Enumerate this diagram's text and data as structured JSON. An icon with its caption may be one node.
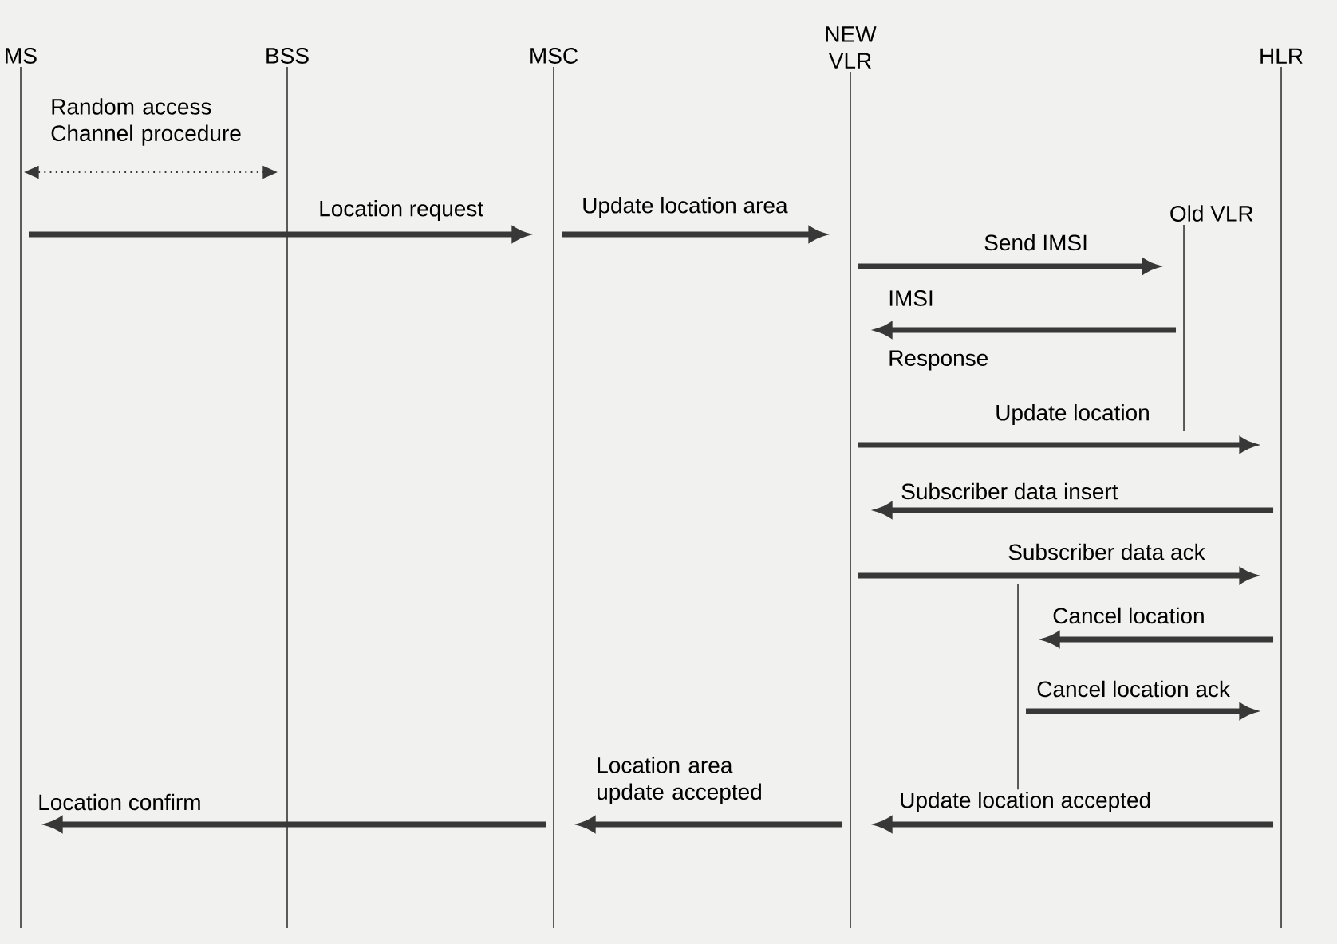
{
  "diagram": {
    "nodes": [
      {
        "text": [
          "MS"
        ]
      },
      {
        "text": [
          "BSS"
        ]
      },
      {
        "text": [
          "MSC"
        ]
      },
      {
        "text": [
          "NEW VLR"
        ]
      },
      {
        "text": [
          "HLR"
        ]
      },
      {
        "text": [
          "Old VLR"
        ]
      },
      {
        "text": [],
        "shape": "bar"
      }
    ],
    "edges": [
      {
        "from": 0,
        "to": 1,
        "arrow": "both",
        "style": "dashed",
        "label": "Random access Channel procedure"
      },
      {
        "from": 0,
        "to": 2,
        "arrow": "to",
        "label": "Location request"
      },
      {
        "from": 2,
        "to": 3,
        "arrow": "to",
        "label": "Update location area"
      },
      {
        "from": 3,
        "to": 5,
        "arrow": "to",
        "label": "Send IMSI"
      },
      {
        "from": 5,
        "to": 3,
        "arrow": "to",
        "label": "IMSI"
      },
      {
        "from": 3,
        "to": 4,
        "arrow": "to",
        "label": "Update location"
      },
      {
        "from": 4,
        "to": 3,
        "arrow": "to",
        "label": "Subscriber data insert"
      },
      {
        "from": 3,
        "to": 4,
        "arrow": "to",
        "label": "Subscriber data ack"
      },
      {
        "from": 4,
        "to": 6,
        "arrow": "to",
        "label": "Cancel location"
      },
      {
        "from": 6,
        "to": 4,
        "arrow": "to",
        "label": "Cancel location ack"
      },
      {
        "from": 4,
        "to": 3,
        "arrow": "to",
        "label": "Update location accepted"
      },
      {
        "from": 3,
        "to": 2,
        "arrow": "to",
        "label": "Location area update accepted"
      },
      {
        "from": 2,
        "to": 0,
        "arrow": "to",
        "label": "Location confirm"
      }
    ],
    "labels": [
      "Response"
    ]
  }
}
